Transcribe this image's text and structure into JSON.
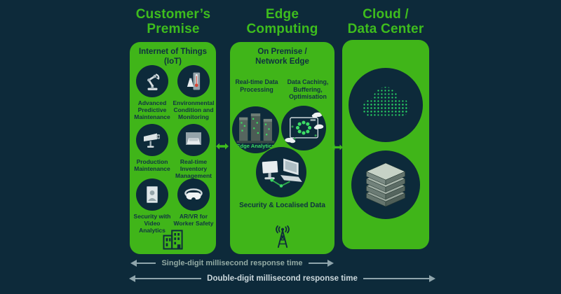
{
  "columns": [
    {
      "title": "Customer’s Premise"
    },
    {
      "title": "Edge Computing"
    },
    {
      "title": "Cloud / Data Center"
    }
  ],
  "premise": {
    "heading": "Internet of Things (IoT)",
    "items": [
      {
        "label": "Advanced Predictive Maintenance",
        "icon": "robot-arm-icon"
      },
      {
        "label": "Environmental Condition and Monitoring",
        "icon": "thermometer-icon"
      },
      {
        "label": "Production Maintenance",
        "icon": "cctv-camera-icon"
      },
      {
        "label": "Real-time Inventory Management",
        "icon": "inventory-box-icon"
      },
      {
        "label": "Security with Video Analytics",
        "icon": "id-portrait-icon"
      },
      {
        "label": "AR/VR for Worker Safety",
        "icon": "vr-headset-icon"
      }
    ],
    "footer_icon": "factory-building-icon"
  },
  "edge": {
    "heading": "On Premise / Network Edge",
    "realtime_label": "Real-time Data Processing",
    "caching_label": "Data Caching, Buffering, Optimisation",
    "edge_analytics_label": "Edge Analytics",
    "security_label": "Security & Localised Data",
    "footer_icon": "radio-tower-icon"
  },
  "cloud": {
    "icons": [
      "dotted-cloud-icon",
      "server-stack-icon"
    ]
  },
  "footer": {
    "single_digit": "Single-digit millisecond response time",
    "double_digit": "Double-digit millisecond response time"
  },
  "colors": {
    "background": "#0d2a3a",
    "panel_green": "#40b519",
    "title_green": "#3ebd1d",
    "circle_navy": "#0d2a3a",
    "dot_green": "#2ade67",
    "arrow_gray": "#8fa5ac"
  }
}
